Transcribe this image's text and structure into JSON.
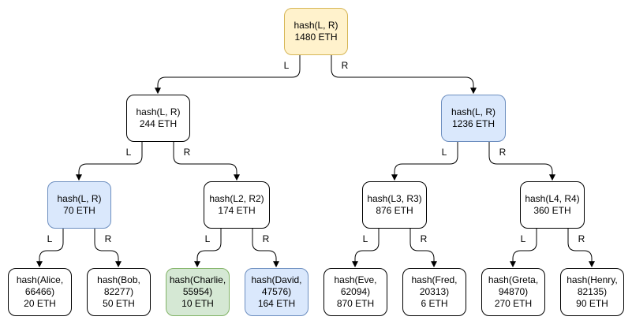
{
  "diagram": {
    "title": "merkle-tree",
    "edge_color": "#000000",
    "nodes": {
      "root": {
        "hash": "hash(L, R)",
        "amount": "1480 ETH",
        "fill": "#fff2cc",
        "stroke": "#d6b656"
      },
      "left": {
        "hash": "hash(L, R)",
        "amount": "244 ETH",
        "fill": "#ffffff",
        "stroke": "#000000"
      },
      "right": {
        "hash": "hash(L, R)",
        "amount": "1236 ETH",
        "fill": "#dae8fc",
        "stroke": "#6c8ebf"
      },
      "left_left": {
        "hash": "hash(L, R)",
        "amount": "70 ETH",
        "fill": "#dae8fc",
        "stroke": "#6c8ebf"
      },
      "left_right": {
        "hash": "hash(L2, R2)",
        "amount": "174 ETH",
        "fill": "#ffffff",
        "stroke": "#000000"
      },
      "right_left": {
        "hash": "hash(L3, R3)",
        "amount": "876 ETH",
        "fill": "#ffffff",
        "stroke": "#000000"
      },
      "right_right": {
        "hash": "hash(L4, R4)",
        "amount": "360 ETH",
        "fill": "#ffffff",
        "stroke": "#000000"
      },
      "alice": {
        "hash": "hash(Alice, 66466)",
        "amount": "20 ETH",
        "fill": "#ffffff",
        "stroke": "#000000"
      },
      "bob": {
        "hash": "hash(Bob, 82277)",
        "amount": "50 ETH",
        "fill": "#ffffff",
        "stroke": "#000000"
      },
      "charlie": {
        "hash": "hash(Charlie, 55954)",
        "amount": "10 ETH",
        "fill": "#d5e8d4",
        "stroke": "#82b366"
      },
      "david": {
        "hash": "hash(David, 47576)",
        "amount": "164 ETH",
        "fill": "#dae8fc",
        "stroke": "#6c8ebf"
      },
      "eve": {
        "hash": "hash(Eve, 62094)",
        "amount": "870 ETH",
        "fill": "#ffffff",
        "stroke": "#000000"
      },
      "fred": {
        "hash": "hash(Fred, 20313)",
        "amount": "6 ETH",
        "fill": "#ffffff",
        "stroke": "#000000"
      },
      "greta": {
        "hash": "hash(Greta, 94870)",
        "amount": "270 ETH",
        "fill": "#ffffff",
        "stroke": "#000000"
      },
      "henry": {
        "hash": "hash(Henry, 82135)",
        "amount": "90 ETH",
        "fill": "#ffffff",
        "stroke": "#000000"
      }
    },
    "edges": [
      {
        "from": "root",
        "to": "left",
        "label": "L"
      },
      {
        "from": "root",
        "to": "right",
        "label": "R"
      },
      {
        "from": "left",
        "to": "left_left",
        "label": "L"
      },
      {
        "from": "left",
        "to": "left_right",
        "label": "R"
      },
      {
        "from": "right",
        "to": "right_left",
        "label": "L"
      },
      {
        "from": "right",
        "to": "right_right",
        "label": "R"
      },
      {
        "from": "left_left",
        "to": "alice",
        "label": "L"
      },
      {
        "from": "left_left",
        "to": "bob",
        "label": "R"
      },
      {
        "from": "left_right",
        "to": "charlie",
        "label": "L"
      },
      {
        "from": "left_right",
        "to": "david",
        "label": "R"
      },
      {
        "from": "right_left",
        "to": "eve",
        "label": "L"
      },
      {
        "from": "right_left",
        "to": "fred",
        "label": "R"
      },
      {
        "from": "right_right",
        "to": "greta",
        "label": "L"
      },
      {
        "from": "right_right",
        "to": "henry",
        "label": "R"
      }
    ]
  }
}
